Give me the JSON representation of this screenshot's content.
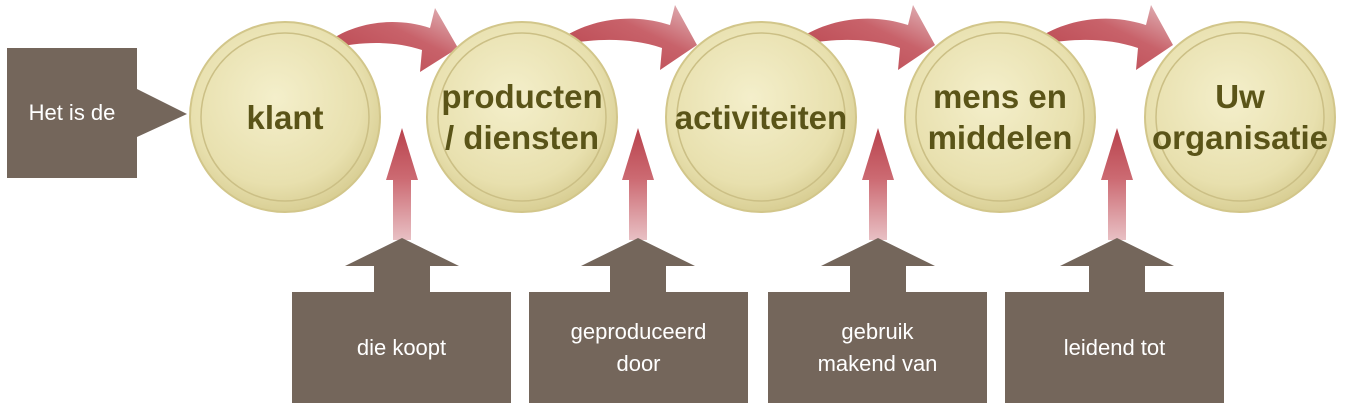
{
  "start_label": "Het is de",
  "circles": [
    {
      "label": "klant"
    },
    {
      "label": "producten\n/ diensten"
    },
    {
      "label": "activiteiten"
    },
    {
      "label": "mens en\nmiddelen"
    },
    {
      "label": "Uw\norganisatie"
    }
  ],
  "connectors": [
    {
      "label": "die koopt"
    },
    {
      "label": "geproduceerd\ndoor"
    },
    {
      "label": "gebruik\nmakend van"
    },
    {
      "label": "leidend tot"
    }
  ],
  "colors": {
    "box": "#74665b",
    "circle_fill": "#e8e0ae",
    "circle_text": "#5a5418",
    "arrow": "#c4505a"
  }
}
